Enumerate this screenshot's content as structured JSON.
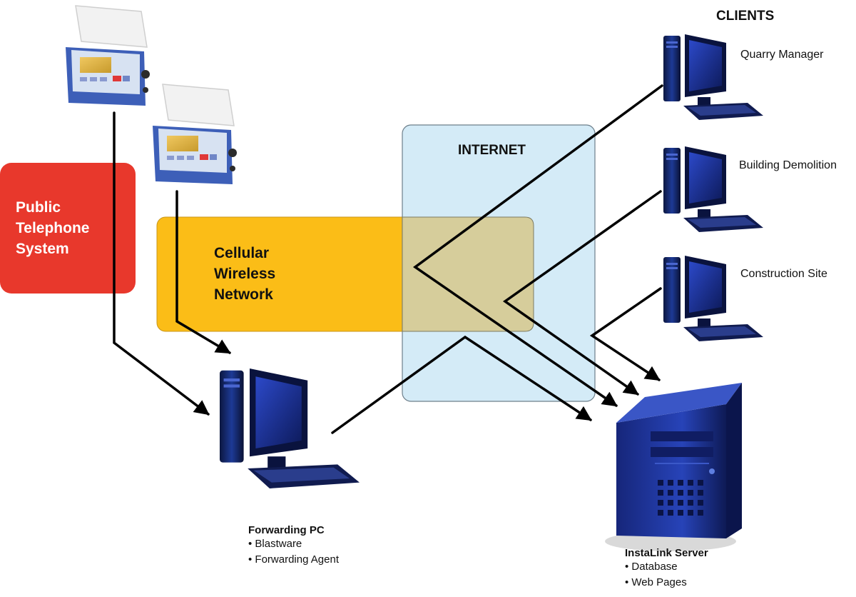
{
  "diagram": {
    "clients_header": "CLIENTS",
    "internet_label": "INTERNET",
    "public_telephone": [
      "Public",
      "Telephone",
      "System"
    ],
    "cellular_network": [
      "Cellular",
      "Wireless",
      "Network"
    ],
    "clients": [
      {
        "label": "Quarry Manager"
      },
      {
        "label": "Building Demolition"
      },
      {
        "label": "Construction Site"
      }
    ],
    "forwarding_pc": {
      "title": "Forwarding PC",
      "items": [
        "• Blastware",
        "• Forwarding Agent"
      ]
    },
    "server": {
      "title": "InstaLink Server",
      "items": [
        "• Database",
        "• Web Pages"
      ]
    },
    "colors": {
      "telephone_red": "#e8382c",
      "cellular_yellow": "#fbbd17",
      "internet_blue": "#d4ebf7",
      "overlap": "#d6cd9b",
      "monitor_blue": "#1a2f8a"
    }
  }
}
